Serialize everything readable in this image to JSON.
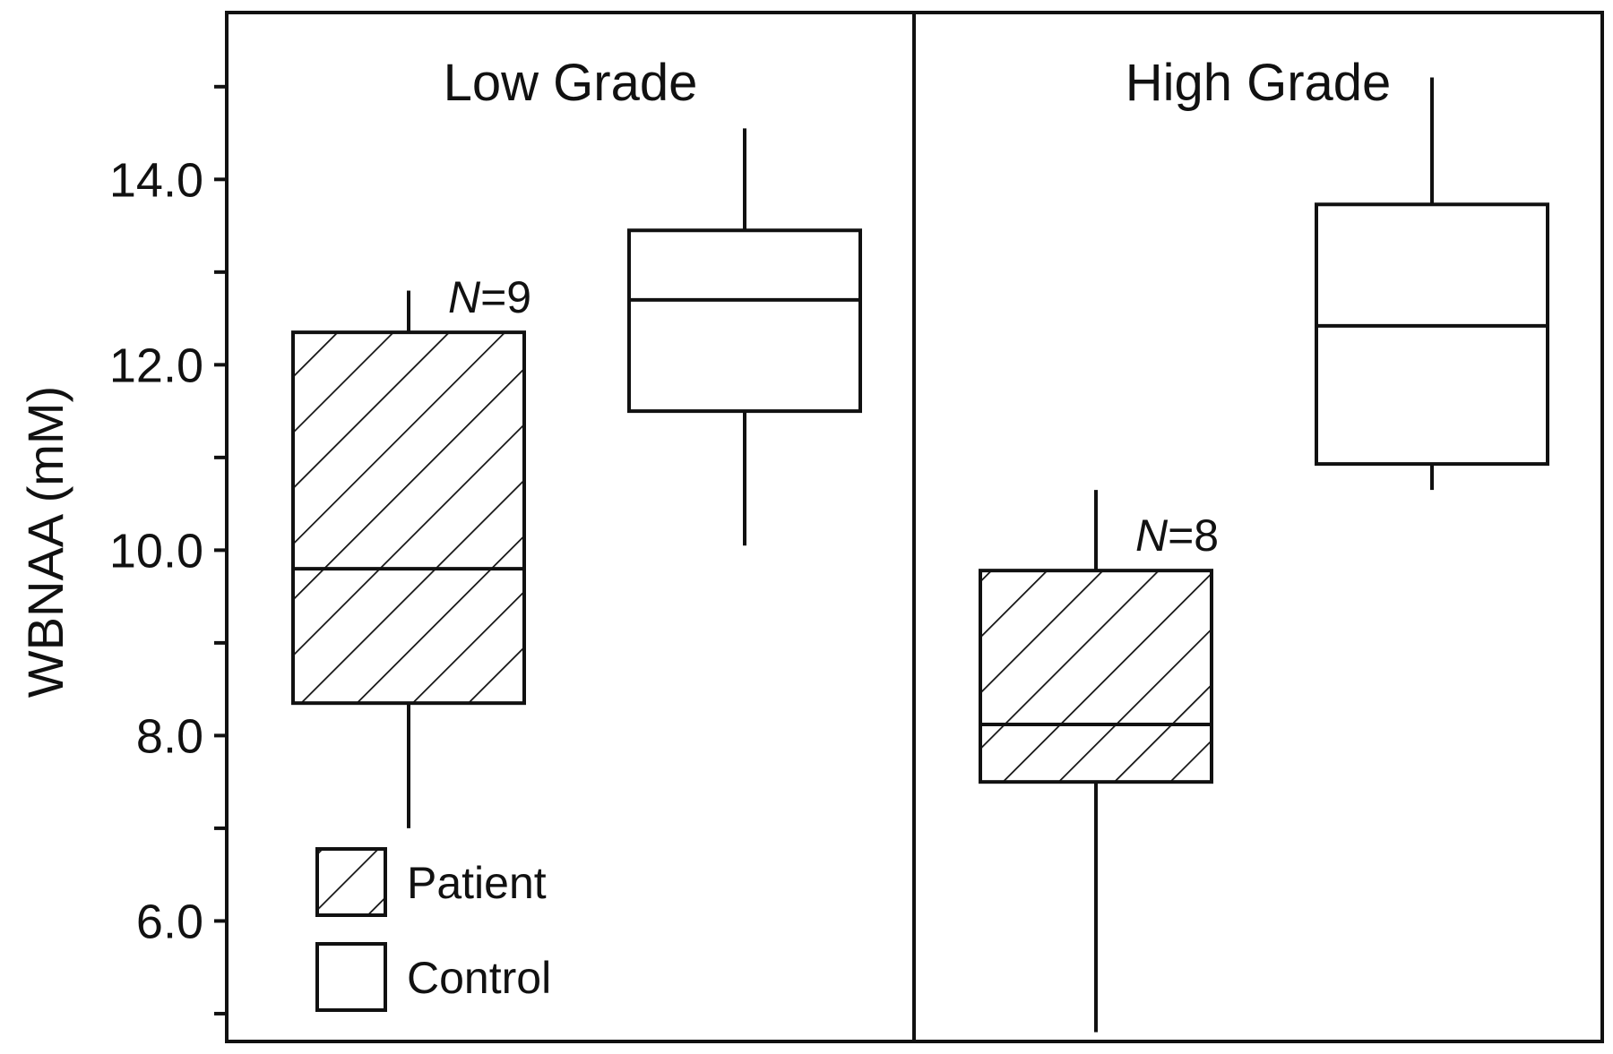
{
  "chart_data": {
    "type": "box",
    "ylabel": "WBNAA (mM)",
    "ylim": [
      4.7,
      15.8
    ],
    "yticks_major": [
      6.0,
      8.0,
      10.0,
      12.0,
      14.0
    ],
    "yticks_major_labels": [
      "6.0",
      "8.0",
      "10.0",
      "12.0",
      "14.0"
    ],
    "yticks_minor": [
      5.0,
      7.0,
      9.0,
      11.0,
      13.0,
      15.0
    ],
    "grid": false,
    "legend": {
      "placement": "bottom-left",
      "entries": [
        {
          "label": "Patient",
          "pattern": "hatched"
        },
        {
          "label": "Control",
          "pattern": "empty"
        }
      ]
    },
    "panels": [
      {
        "title": "Low Grade",
        "groups": [
          {
            "series": "Patient",
            "n_label": "N=9",
            "n_prefix": "N",
            "n_suffix": "=9",
            "whisker_low": 7.0,
            "q1": 8.35,
            "median": 9.8,
            "q3": 12.35,
            "whisker_high": 12.8
          },
          {
            "series": "Control",
            "n_label": "",
            "whisker_low": 10.05,
            "q1": 11.5,
            "median": 12.7,
            "q3": 13.45,
            "whisker_high": 14.55
          }
        ]
      },
      {
        "title": "High Grade",
        "groups": [
          {
            "series": "Patient",
            "n_label": "N=8",
            "n_prefix": "N",
            "n_suffix": "=8",
            "whisker_low": 4.8,
            "q1": 7.5,
            "median": 8.12,
            "q3": 9.78,
            "whisker_high": 10.65
          },
          {
            "series": "Control",
            "n_label": "",
            "whisker_low": 10.65,
            "q1": 10.93,
            "median": 12.42,
            "q3": 13.73,
            "whisker_high": 15.1
          }
        ]
      }
    ]
  }
}
